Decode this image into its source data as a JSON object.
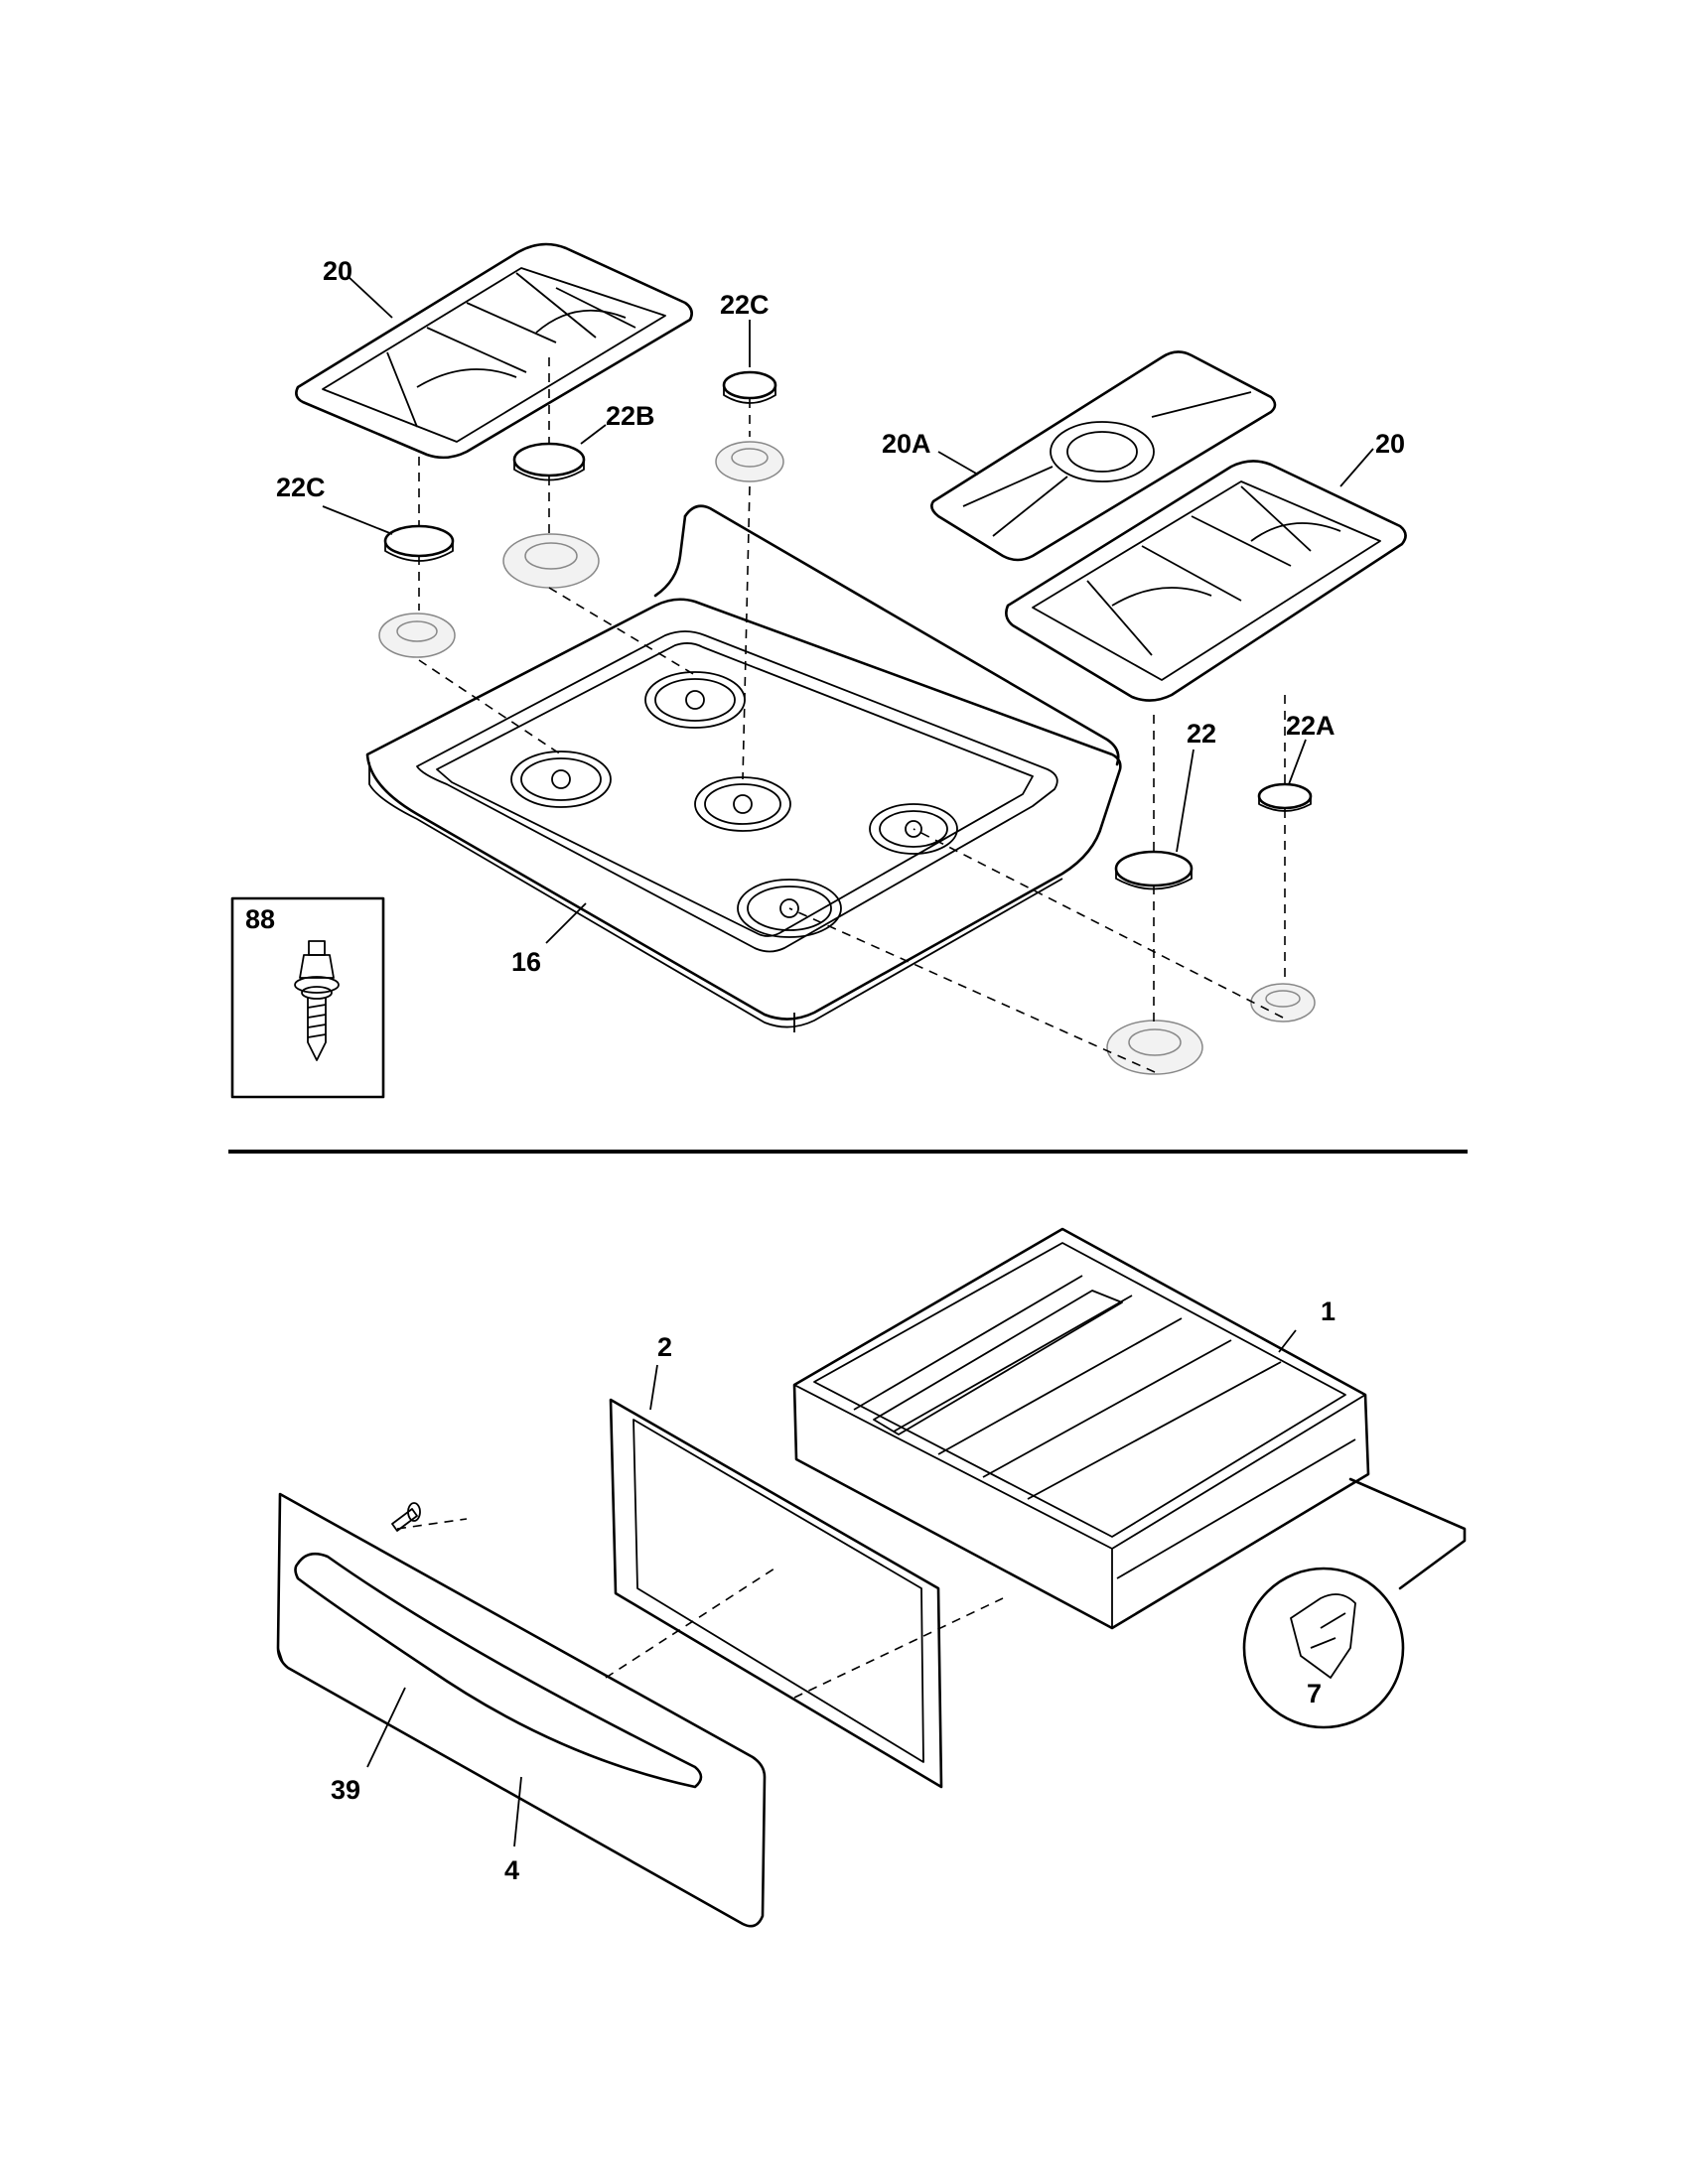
{
  "callouts": {
    "grate_left": "20",
    "grate_right": "20",
    "grate_center": "20A",
    "cap_left": "22C",
    "cap_rear_center": "22C",
    "cap_rear_left": "22B",
    "cap_front_right": "22",
    "cap_rear_right": "22A",
    "cooktop": "16",
    "screw_inset": "88",
    "drawer_body": "1",
    "drawer_frame": "2",
    "drawer_front": "4",
    "drawer_handle": "39",
    "clip_inset": "7"
  }
}
